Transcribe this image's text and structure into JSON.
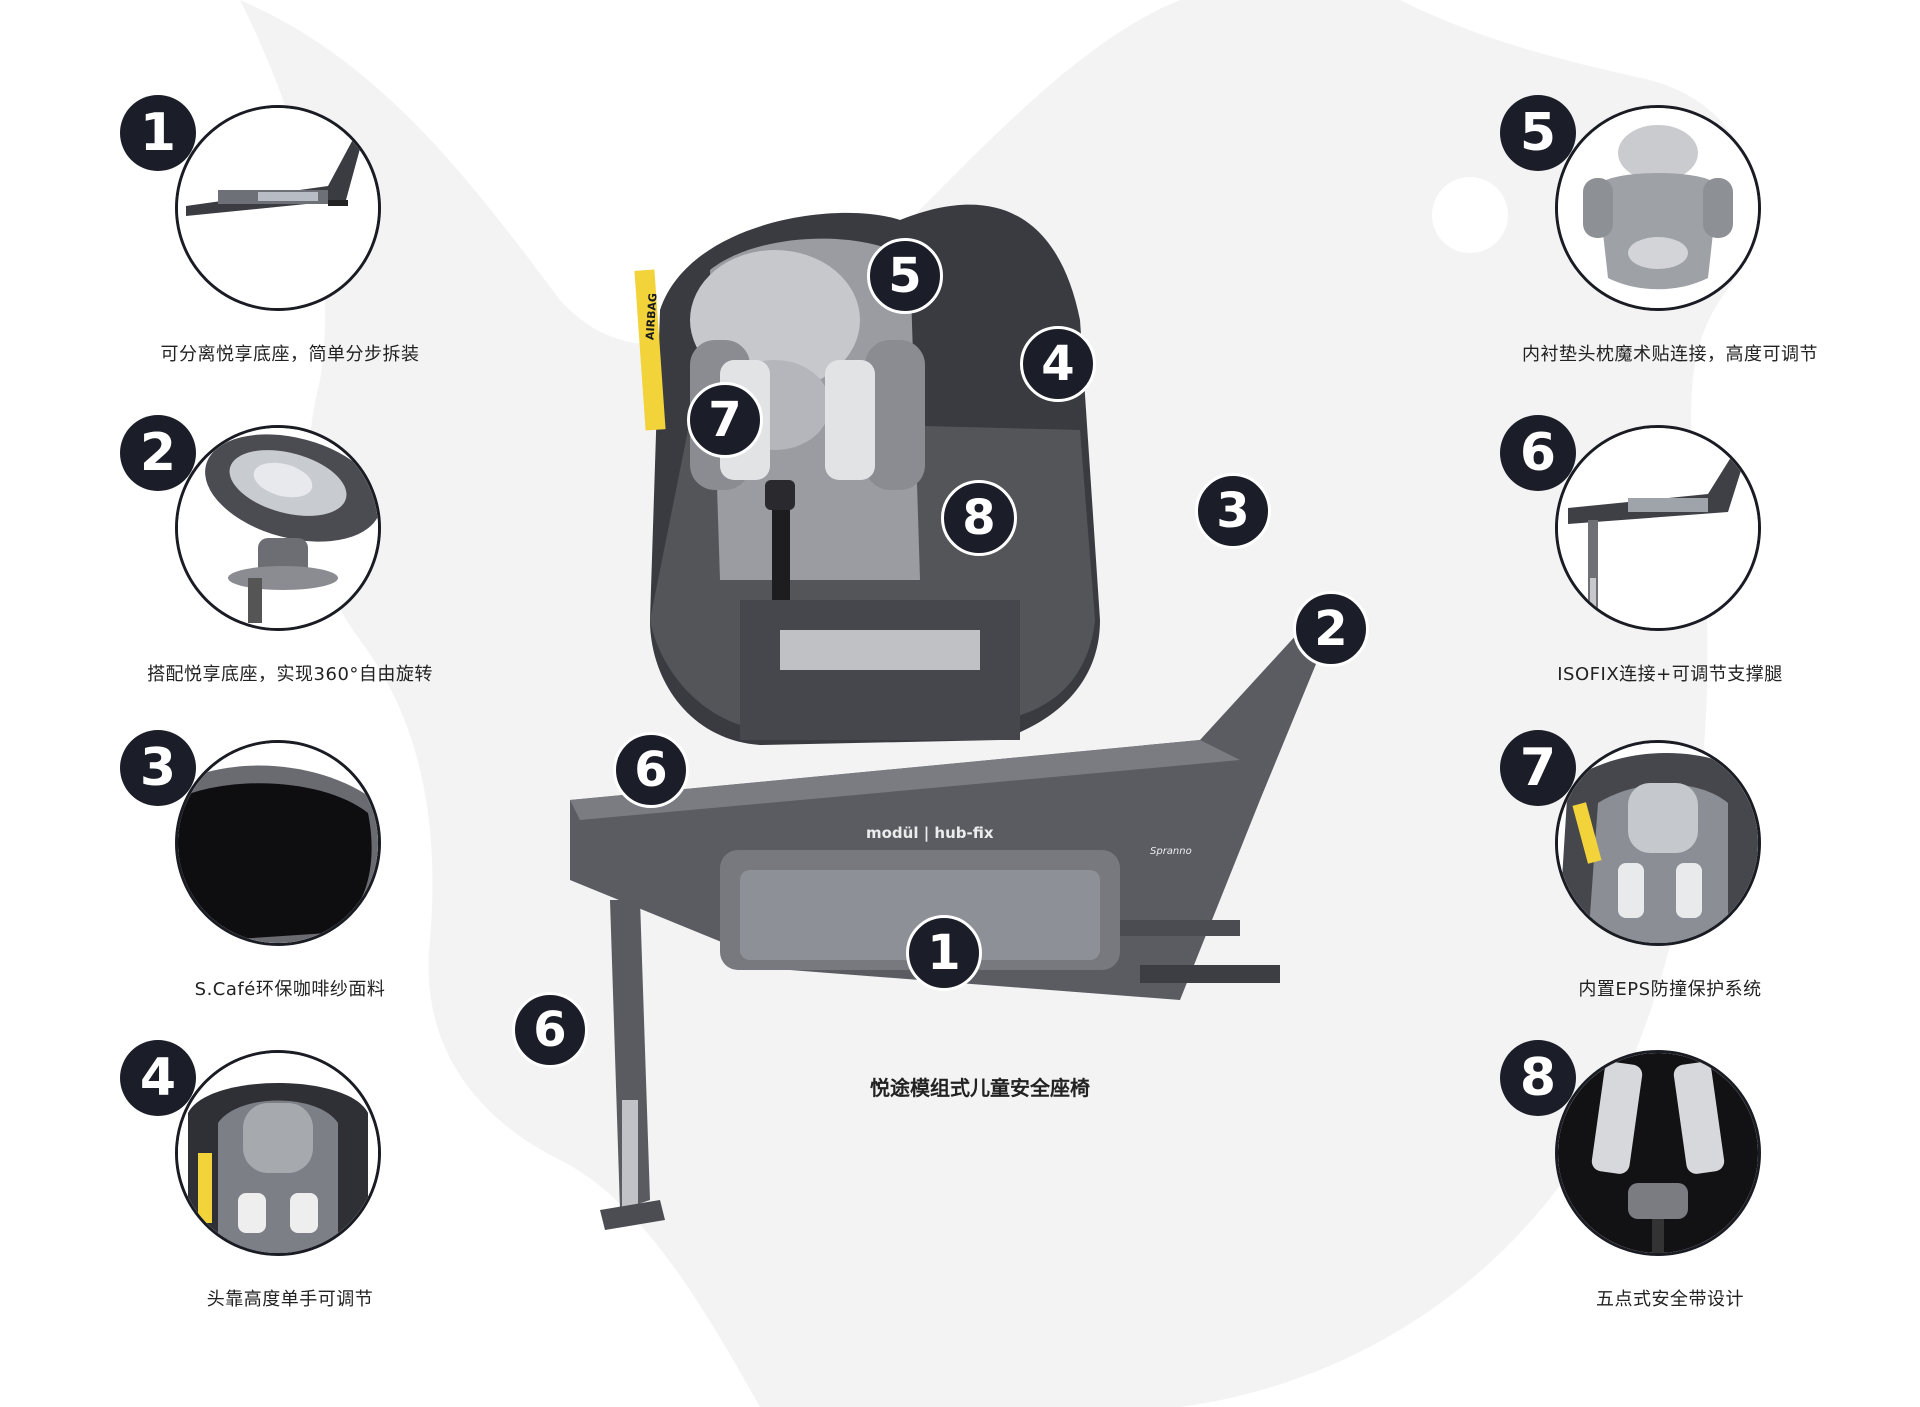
{
  "product": {
    "title": "悦途模组式儿童安全座椅",
    "base_label": "modül | hub-fix",
    "brand_label": "Spranno",
    "airbag_label": "AIRBAG",
    "markers": [
      "5",
      "4",
      "7",
      "8",
      "3",
      "2",
      "6",
      "6",
      "1"
    ]
  },
  "features_left": [
    {
      "number": "1",
      "caption": "可分离悦享底座，简单分步拆装",
      "icon": "base-detach-icon"
    },
    {
      "number": "2",
      "caption": "搭配悦享底座，实现360°自由旋转",
      "icon": "rotation-icon"
    },
    {
      "number": "3",
      "caption": "S.Café环保咖啡纱面料",
      "icon": "fabric-icon"
    },
    {
      "number": "4",
      "caption": "头靠高度单手可调节",
      "icon": "headrest-icon"
    }
  ],
  "features_right": [
    {
      "number": "5",
      "caption": "内衬垫头枕魔术贴连接，高度可调节",
      "icon": "insert-cushion-icon"
    },
    {
      "number": "6",
      "caption": "ISOFIX连接+可调节支撑腿",
      "icon": "isofix-icon"
    },
    {
      "number": "7",
      "caption": "内置EPS防撞保护系统",
      "icon": "eps-protection-icon"
    },
    {
      "number": "8",
      "caption": "五点式安全带设计",
      "icon": "harness-icon"
    }
  ],
  "colors": {
    "badge": "#1b1e28",
    "accent_yellow": "#f2d33a",
    "background_shape": "#f2f2f2"
  }
}
